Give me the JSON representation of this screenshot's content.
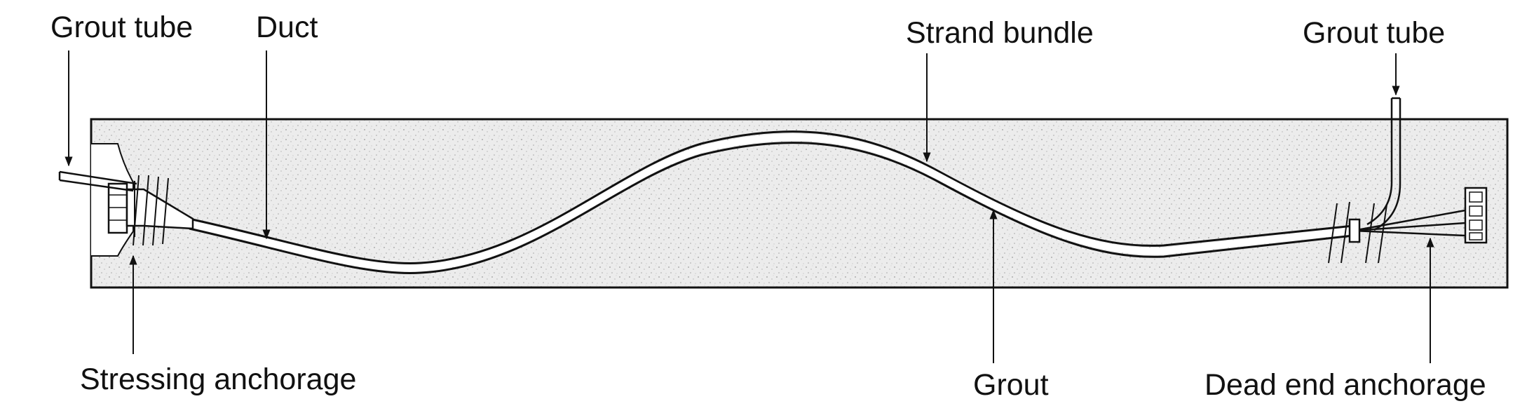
{
  "labels": {
    "grout_tube_left": "Grout tube",
    "duct": "Duct",
    "strand_bundle": "Strand bundle",
    "grout_tube_right": "Grout tube",
    "stressing_anchorage": "Stressing anchorage",
    "grout": "Grout",
    "dead_end_anchorage": "Dead end anchorage"
  },
  "colors": {
    "ink": "#111111",
    "concrete_fill": "#e9e9e9",
    "duct_fill": "#ffffff"
  }
}
